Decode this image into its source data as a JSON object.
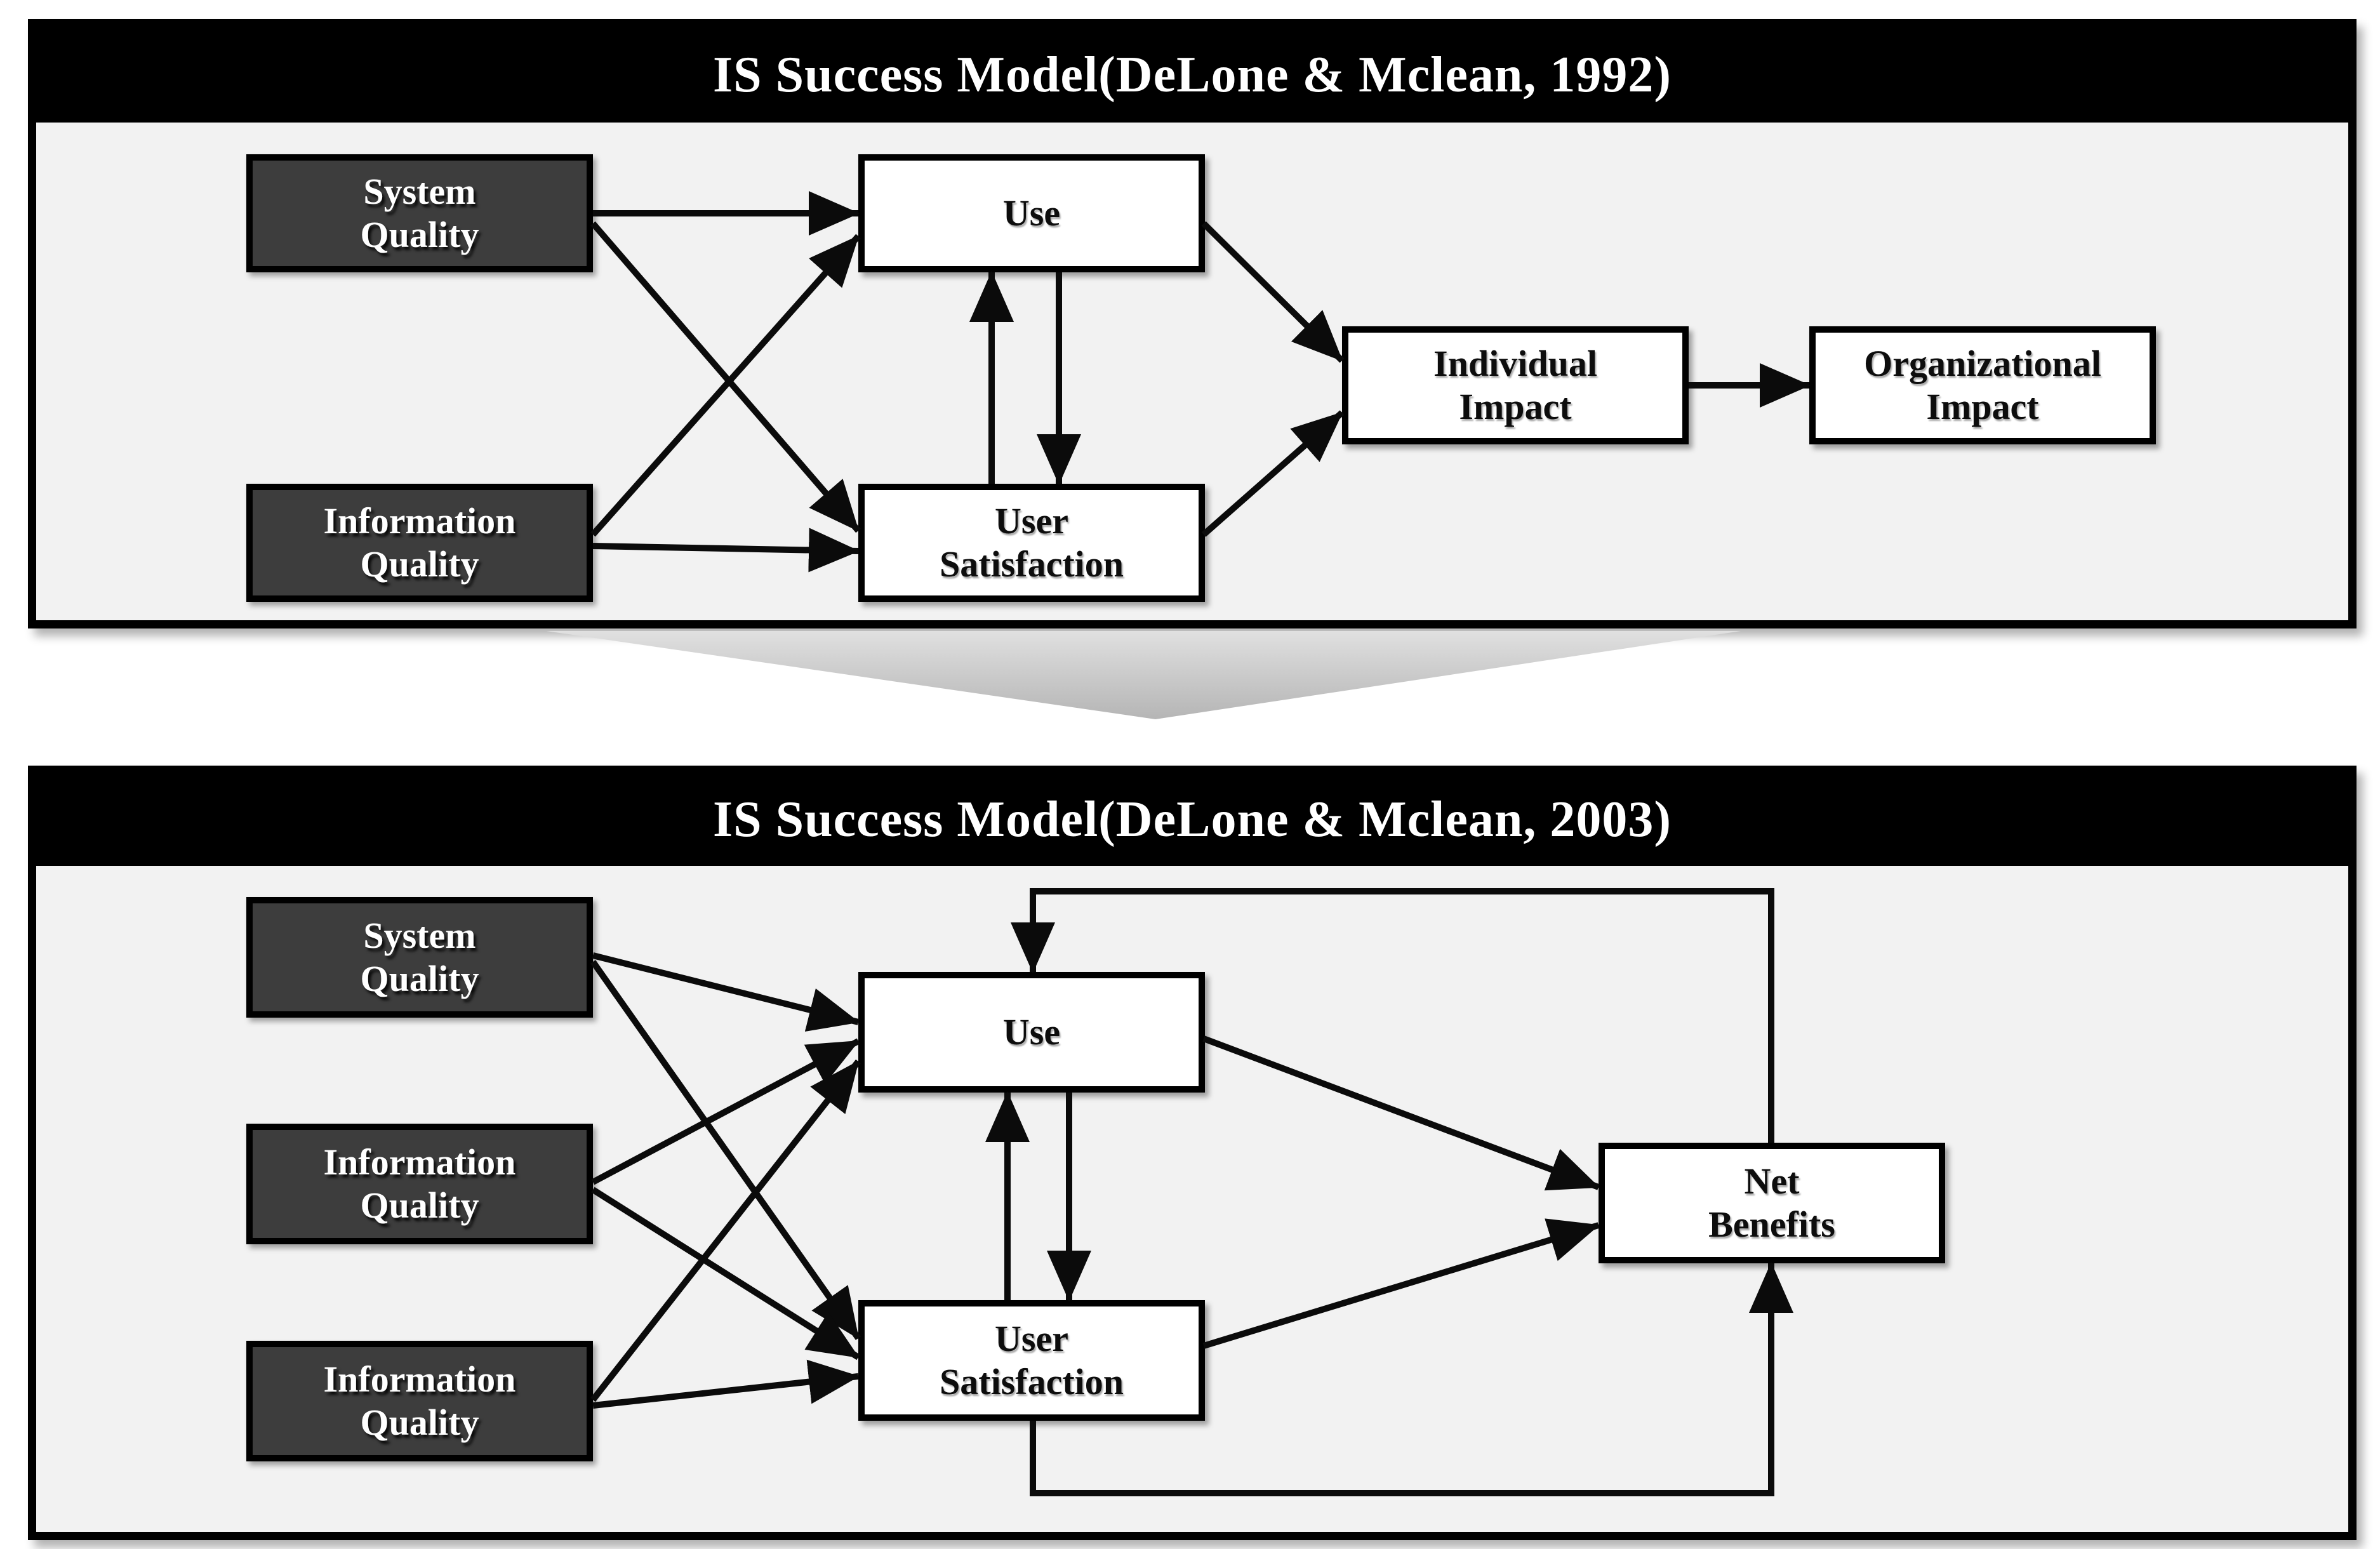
{
  "document": {
    "type": "diagram",
    "background": "#ffffff"
  },
  "colors": {
    "panel_background": "#f2f2f2",
    "title_bar": "#000000",
    "title_text": "#ffffff",
    "dark_node_fill": "#3d3d3d",
    "dark_node_text": "#ffffff",
    "light_node_fill": "#ffffff",
    "light_node_text": "#0d0d0d",
    "arrow_line": "#0b0b0b",
    "transition_arrow_gradient_top": "#e0e0e0",
    "transition_arrow_gradient_bottom": "#b5b5b5"
  },
  "panels": [
    {
      "title": "IS Success Model(DeLone & Mclean, 1992)",
      "nodes": [
        {
          "id": "system-quality",
          "label": "System\nQuality",
          "style": "dark"
        },
        {
          "id": "information-quality",
          "label": "Information\nQuality",
          "style": "dark"
        },
        {
          "id": "use",
          "label": "Use",
          "style": "light"
        },
        {
          "id": "user-satisfaction",
          "label": "User\nSatisfaction",
          "style": "light"
        },
        {
          "id": "individual-impact",
          "label": "Individual\nImpact",
          "style": "light"
        },
        {
          "id": "organizational-impact",
          "label": "Organizational\nImpact",
          "style": "light"
        }
      ],
      "edges": [
        {
          "from": "System Quality",
          "to": "Use"
        },
        {
          "from": "System Quality",
          "to": "User Satisfaction"
        },
        {
          "from": "Information Quality",
          "to": "Use"
        },
        {
          "from": "Information Quality",
          "to": "User Satisfaction"
        },
        {
          "from": "User Satisfaction",
          "to": "Use"
        },
        {
          "from": "Use",
          "to": "User Satisfaction"
        },
        {
          "from": "Use",
          "to": "Individual Impact"
        },
        {
          "from": "User Satisfaction",
          "to": "Individual Impact"
        },
        {
          "from": "Individual Impact",
          "to": "Organizational Impact"
        }
      ]
    },
    {
      "title": "IS Success Model(DeLone & Mclean, 2003)",
      "nodes": [
        {
          "id": "system-quality",
          "label": "System\nQuality",
          "style": "dark"
        },
        {
          "id": "information-quality-1",
          "label": "Information\nQuality",
          "style": "dark"
        },
        {
          "id": "information-quality-2",
          "label": "Information\nQuality",
          "style": "dark"
        },
        {
          "id": "use",
          "label": "Use",
          "style": "light"
        },
        {
          "id": "user-satisfaction",
          "label": "User\nSatisfaction",
          "style": "light"
        },
        {
          "id": "net-benefits",
          "label": "Net\nBenefits",
          "style": "light"
        }
      ],
      "edges": [
        {
          "from": "System Quality",
          "to": "Use"
        },
        {
          "from": "System Quality",
          "to": "User Satisfaction"
        },
        {
          "from": "Information Quality (1)",
          "to": "Use"
        },
        {
          "from": "Information Quality (1)",
          "to": "User Satisfaction"
        },
        {
          "from": "Information Quality (2)",
          "to": "Use"
        },
        {
          "from": "Information Quality (2)",
          "to": "User Satisfaction"
        },
        {
          "from": "User Satisfaction",
          "to": "Use"
        },
        {
          "from": "Use",
          "to": "User Satisfaction"
        },
        {
          "from": "Use",
          "to": "Net Benefits"
        },
        {
          "from": "User Satisfaction",
          "to": "Net Benefits"
        },
        {
          "from": "Net Benefits",
          "to": "Use",
          "kind": "feedback-loop-top"
        },
        {
          "from": "User Satisfaction",
          "to": "Net Benefits",
          "kind": "feedback-loop-bottom"
        }
      ]
    }
  ],
  "transition": {
    "icon": "chevron-down-transition"
  }
}
